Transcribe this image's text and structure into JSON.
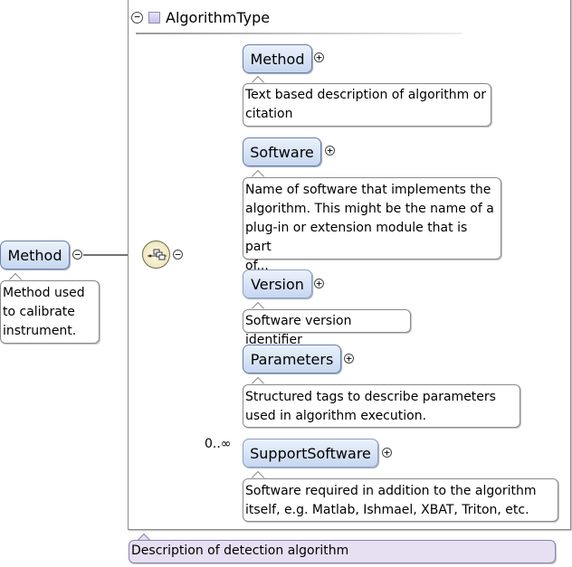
{
  "root": {
    "name": "Method",
    "documentation": "Method used\nto calibrate\ninstrument.",
    "expander": "−"
  },
  "type": {
    "name": "AlgorithmType",
    "collapse": "−",
    "documentation": "Description of detection algorithm"
  },
  "compositor": {
    "kind": "sequence",
    "expander": "−"
  },
  "children": [
    {
      "name": "Method",
      "multiplicity": "",
      "expander": "+",
      "documentation": "Text based description of algorithm or\ncitation"
    },
    {
      "name": "Software",
      "multiplicity": "",
      "expander": "+",
      "documentation": "Name of software that implements the\nalgorithm. This might be the name of a\nplug-in or extension module that is part\nof..."
    },
    {
      "name": "Version",
      "multiplicity": "",
      "expander": "+",
      "documentation": "Software version identifier"
    },
    {
      "name": "Parameters",
      "multiplicity": "",
      "expander": "+",
      "documentation": "Structured tags to describe parameters\nused in algorithm execution."
    },
    {
      "name": "SupportSoftware",
      "multiplicity": "0..∞",
      "expander": "+",
      "documentation": "Software required in addition to the algorithm\nitself, e.g. Matlab, Ishmael, XBAT, Triton, etc."
    }
  ],
  "colors": {
    "element_fill": "#c7d7f0",
    "type_doc_fill": "#e6e0f2",
    "compositor_fill": "#e8deb0"
  }
}
